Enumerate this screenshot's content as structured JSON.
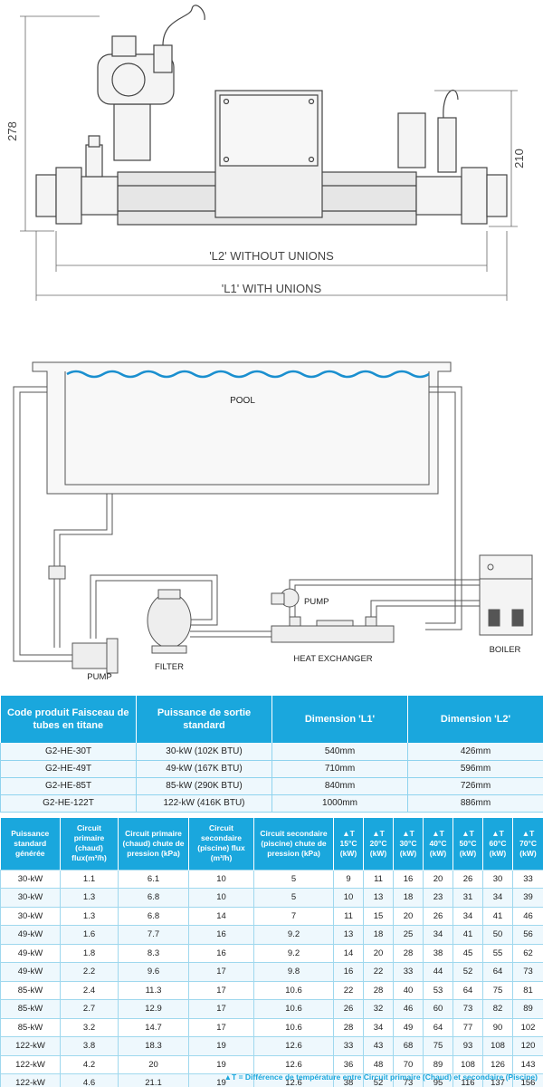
{
  "drawing": {
    "dim_278": "278",
    "dim_210": "210",
    "l2_label": "'L2' WITHOUT UNIONS",
    "l1_label": "'L1'  WITH UNIONS"
  },
  "schematic": {
    "pool_label": "POOL",
    "pump_top_label": "PUMP",
    "pump_bottom_label": "PUMP",
    "filter_label": "FILTER",
    "heat_exchanger_label": "HEAT EXCHANGER",
    "boiler_label": "BOILER"
  },
  "colors": {
    "accent": "#1aa7dd",
    "row_tint": "#eef8fd",
    "water": "#1a8fcf"
  },
  "table1": {
    "headers": [
      "Code produit Faisceau de tubes en titane",
      "Puissance de sortie standard",
      "Dimension 'L1'",
      "Dimension 'L2'"
    ],
    "rows": [
      [
        "G2-HE-30T",
        "30-kW (102K BTU)",
        "540mm",
        "426mm"
      ],
      [
        "G2-HE-49T",
        "49-kW (167K BTU)",
        "710mm",
        "596mm"
      ],
      [
        "G2-HE-85T",
        "85-kW (290K BTU)",
        "840mm",
        "726mm"
      ],
      [
        "G2-HE-122T",
        "122-kW (416K BTU)",
        "1000mm",
        "886mm"
      ]
    ]
  },
  "table2": {
    "headers": [
      "Puissance standard générée",
      "Circuit primaire (chaud) flux(m³/h)",
      "Circuit primaire (chaud) chute de pression (kPa)",
      "Circuit secondaire (piscine) flux (m³/h)",
      "Circuit secondaire (piscine) chute de pression (kPa)",
      "▲T 15°C (kW)",
      "▲T 20°C (kW)",
      "▲T 30°C (kW)",
      "▲T 40°C (kW)",
      "▲T 50°C (kW)",
      "▲T 60°C (kW)",
      "▲T 70°C (kW)"
    ],
    "rows": [
      [
        "30-kW",
        "1.1",
        "6.1",
        "10",
        "5",
        "9",
        "11",
        "16",
        "20",
        "26",
        "30",
        "33"
      ],
      [
        "30-kW",
        "1.3",
        "6.8",
        "10",
        "5",
        "10",
        "13",
        "18",
        "23",
        "31",
        "34",
        "39"
      ],
      [
        "30-kW",
        "1.3",
        "6.8",
        "14",
        "7",
        "11",
        "15",
        "20",
        "26",
        "34",
        "41",
        "46"
      ],
      [
        "49-kW",
        "1.6",
        "7.7",
        "16",
        "9.2",
        "13",
        "18",
        "25",
        "34",
        "41",
        "50",
        "56"
      ],
      [
        "49-kW",
        "1.8",
        "8.3",
        "16",
        "9.2",
        "14",
        "20",
        "28",
        "38",
        "45",
        "55",
        "62"
      ],
      [
        "49-kW",
        "2.2",
        "9.6",
        "17",
        "9.8",
        "16",
        "22",
        "33",
        "44",
        "52",
        "64",
        "73"
      ],
      [
        "85-kW",
        "2.4",
        "11.3",
        "17",
        "10.6",
        "22",
        "28",
        "40",
        "53",
        "64",
        "75",
        "81"
      ],
      [
        "85-kW",
        "2.7",
        "12.9",
        "17",
        "10.6",
        "26",
        "32",
        "46",
        "60",
        "73",
        "82",
        "89"
      ],
      [
        "85-kW",
        "3.2",
        "14.7",
        "17",
        "10.6",
        "28",
        "34",
        "49",
        "64",
        "77",
        "90",
        "102"
      ],
      [
        "122-kW",
        "3.8",
        "18.3",
        "19",
        "12.6",
        "33",
        "43",
        "68",
        "75",
        "93",
        "108",
        "120"
      ],
      [
        "122-kW",
        "4.2",
        "20",
        "19",
        "12.6",
        "36",
        "48",
        "70",
        "89",
        "108",
        "126",
        "143"
      ],
      [
        "122-kW",
        "4.6",
        "21.1",
        "19",
        "12.6",
        "38",
        "52",
        "73",
        "95",
        "116",
        "137",
        "156"
      ]
    ]
  },
  "footnote": "▲T = Différence de température entre Circuit primaire (Chaud) et secondaire (Piscine)"
}
